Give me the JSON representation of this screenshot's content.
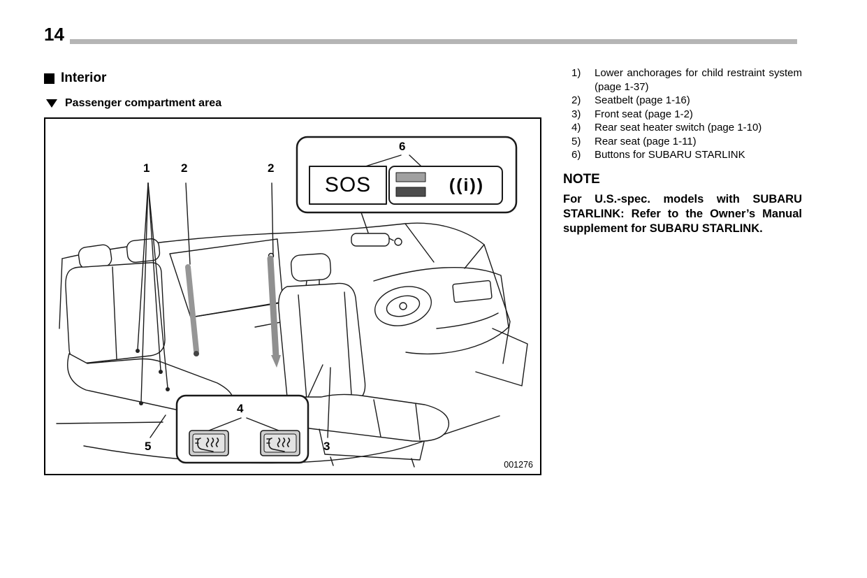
{
  "page": {
    "number": "14"
  },
  "headings": {
    "section": "Interior",
    "subsection": "Passenger compartment area"
  },
  "figure": {
    "code": "001276",
    "callouts": [
      "1",
      "2",
      "2",
      "3",
      "4",
      "5",
      "6"
    ],
    "inset_top": {
      "sos_label": "SOS",
      "starlink_icon": "((i))"
    }
  },
  "legend": {
    "items": [
      {
        "number": "1)",
        "text": "Lower anchorages for child restraint system (page 1-37)"
      },
      {
        "number": "2)",
        "text": "Seatbelt (page 1-16)"
      },
      {
        "number": "3)",
        "text": "Front seat (page 1-2)"
      },
      {
        "number": "4)",
        "text": "Rear seat heater switch (page 1-10)"
      },
      {
        "number": "5)",
        "text": "Rear seat (page 1-11)"
      },
      {
        "number": "6)",
        "text": "Buttons for SUBARU STARLINK"
      }
    ]
  },
  "note": {
    "title": "NOTE",
    "body": "For U.S.-spec. models with SUBARU STARLINK: Refer to the Owner’s Manual supplement for SUBARU STARLINK."
  }
}
